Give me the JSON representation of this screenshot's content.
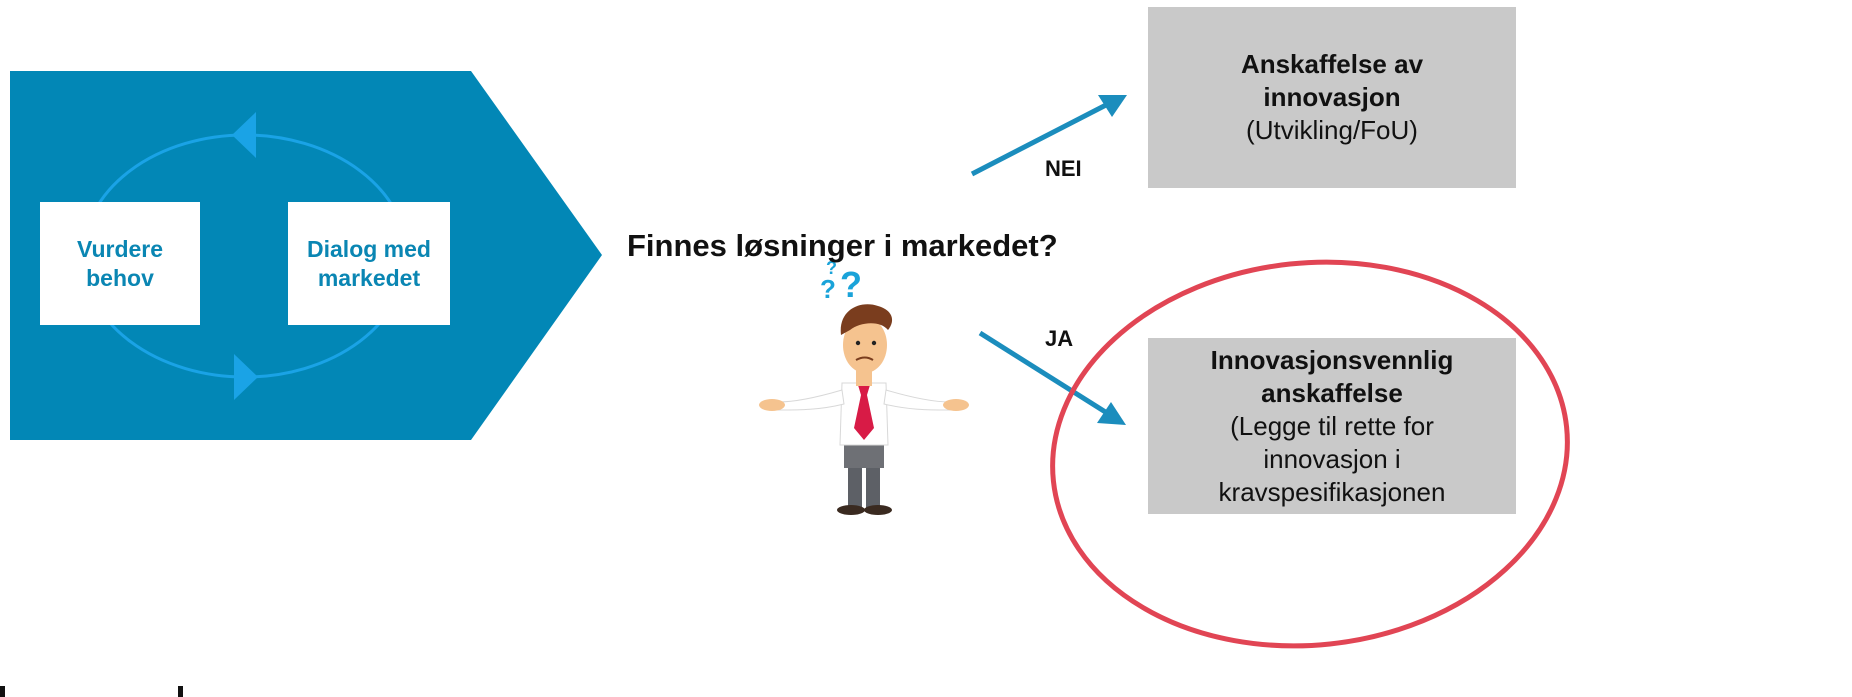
{
  "process": {
    "step1": [
      "Vurdere",
      "behov"
    ],
    "step2": [
      "Dialog med",
      "markedet"
    ]
  },
  "question": "Finnes løsninger i markedet?",
  "branches": {
    "no_label": "NEI",
    "yes_label": "JA"
  },
  "outcome_no": {
    "title_lines": [
      "Anskaffelse av",
      "innovasjon"
    ],
    "note_lines": [
      "(Utvikling/FoU)"
    ]
  },
  "outcome_yes": {
    "title_lines": [
      "Innovasjonsvennlig",
      "anskaffelse"
    ],
    "note_lines": [
      "(Legge til rette for",
      "innovasjon i",
      "kravspesifikasjonen"
    ]
  },
  "colors": {
    "chevron": "#0287b6",
    "cycle": "#1aa3e6",
    "arrow": "#1b8dbd",
    "highlight_ellipse": "#e14554",
    "grey_box": "#c9c9c9"
  },
  "icons": {
    "figure": "confused-man-icon",
    "question_marks": "question-marks-icon"
  }
}
